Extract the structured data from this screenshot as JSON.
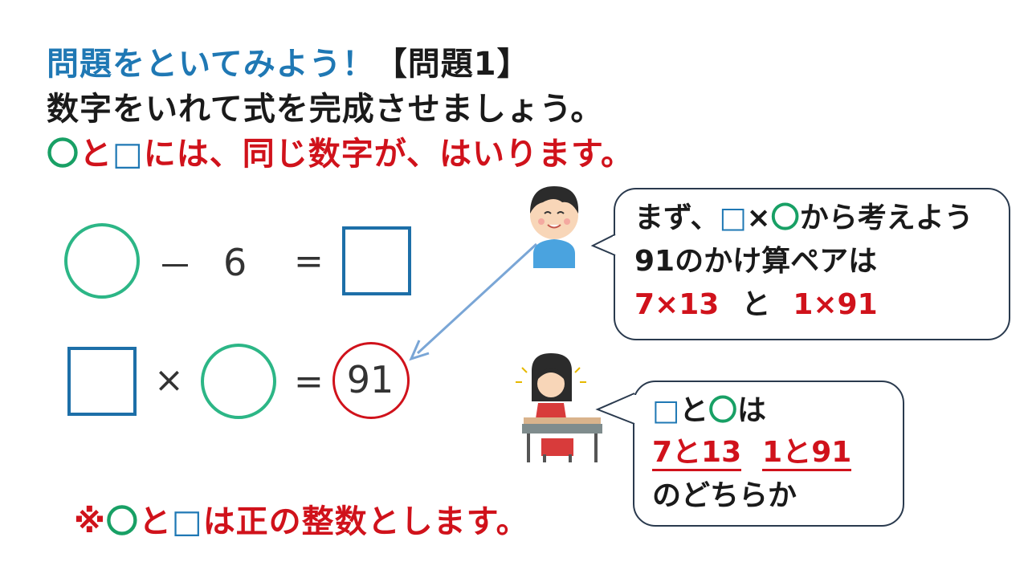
{
  "title": {
    "part1": "問題をといてみよう！",
    "part2": "【問題1】"
  },
  "instruction": "数字をいれて式を完成させましょう。",
  "hint": {
    "circle": "〇",
    "to": "と",
    "square": "□",
    "rest": "には、同じ数字が、はいります。"
  },
  "equation1": {
    "minus": "－",
    "number": "6",
    "equals": "="
  },
  "equation2": {
    "times": "×",
    "equals": "=",
    "result": "91"
  },
  "note": {
    "mark": "※",
    "circle": "〇",
    "to": "と",
    "square": "□",
    "rest": "は正の整数とします。"
  },
  "bubble_boy": {
    "line1_pre": "まず、",
    "line1_square": "□",
    "line1_times": "×",
    "line1_circle": "〇",
    "line1_post": "から考えよう",
    "line2": "91のかけ算ペアは",
    "pair1": "7×13",
    "and": "と",
    "pair2": "1×91"
  },
  "bubble_girl": {
    "square": "□",
    "to": "と",
    "circle": "〇",
    "wa": "は",
    "opt1": "7と13",
    "opt2": "1と91",
    "line3": "のどちらか"
  },
  "colors": {
    "blue": "#1f78b4",
    "red": "#d0121b",
    "green": "#18a065",
    "square_border": "#1d6fa8",
    "circle_border": "#2cb686",
    "result_circle": "#d0121b",
    "arrow": "#7aa6d6"
  }
}
